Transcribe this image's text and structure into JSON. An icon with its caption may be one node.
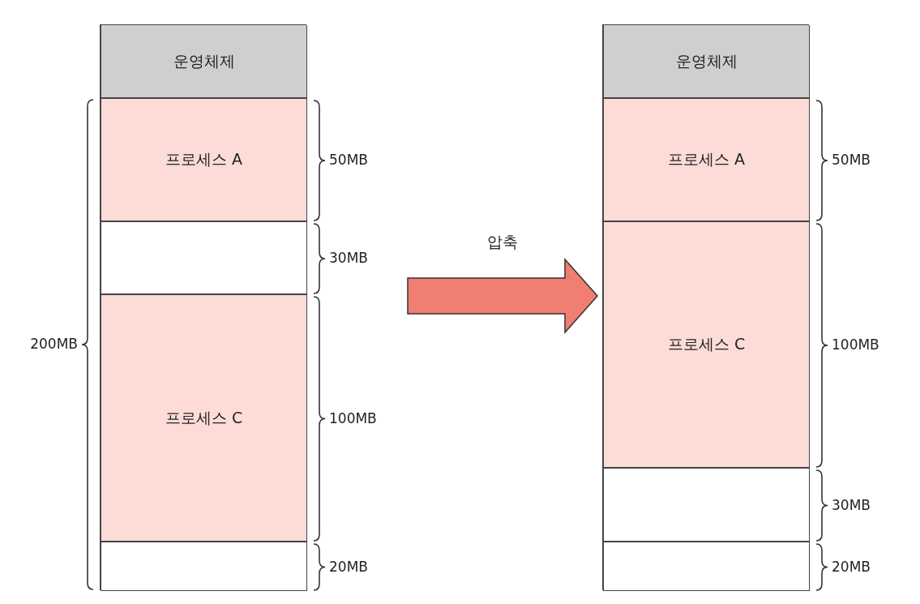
{
  "diagram": {
    "nodes": [
      {
        "text": [],
        "shape": "box",
        "beside": [
          "200MB"
        ]
      },
      {
        "text": [
          "운영체제"
        ],
        "in": 0
      },
      {
        "text": [
          "프로세스 A"
        ],
        "in": 0,
        "beside": [
          "50MB"
        ]
      },
      {
        "text": [],
        "shape": "box",
        "in": 0,
        "beside": [
          "30MB"
        ]
      },
      {
        "text": [
          "프로세스 C"
        ],
        "in": 0,
        "beside": [
          "100MB"
        ]
      },
      {
        "text": [],
        "shape": "box",
        "in": 0,
        "beside": [
          "20MB"
        ]
      },
      {
        "text": [],
        "shape": "box"
      },
      {
        "text": [
          "운영체제"
        ],
        "in": 6
      },
      {
        "text": [
          "프로세스 A"
        ],
        "in": 6,
        "beside": [
          "50MB"
        ]
      },
      {
        "text": [
          "프로세스 C"
        ],
        "in": 6,
        "beside": [
          "100MB"
        ]
      },
      {
        "text": [],
        "shape": "box",
        "in": 6,
        "beside": [
          "30MB"
        ]
      },
      {
        "text": [],
        "shape": "box",
        "in": 6,
        "beside": [
          "20MB"
        ]
      }
    ],
    "edges": [
      {
        "from": 0,
        "to": 6,
        "arrow": "to",
        "label": "압축"
      }
    ]
  }
}
